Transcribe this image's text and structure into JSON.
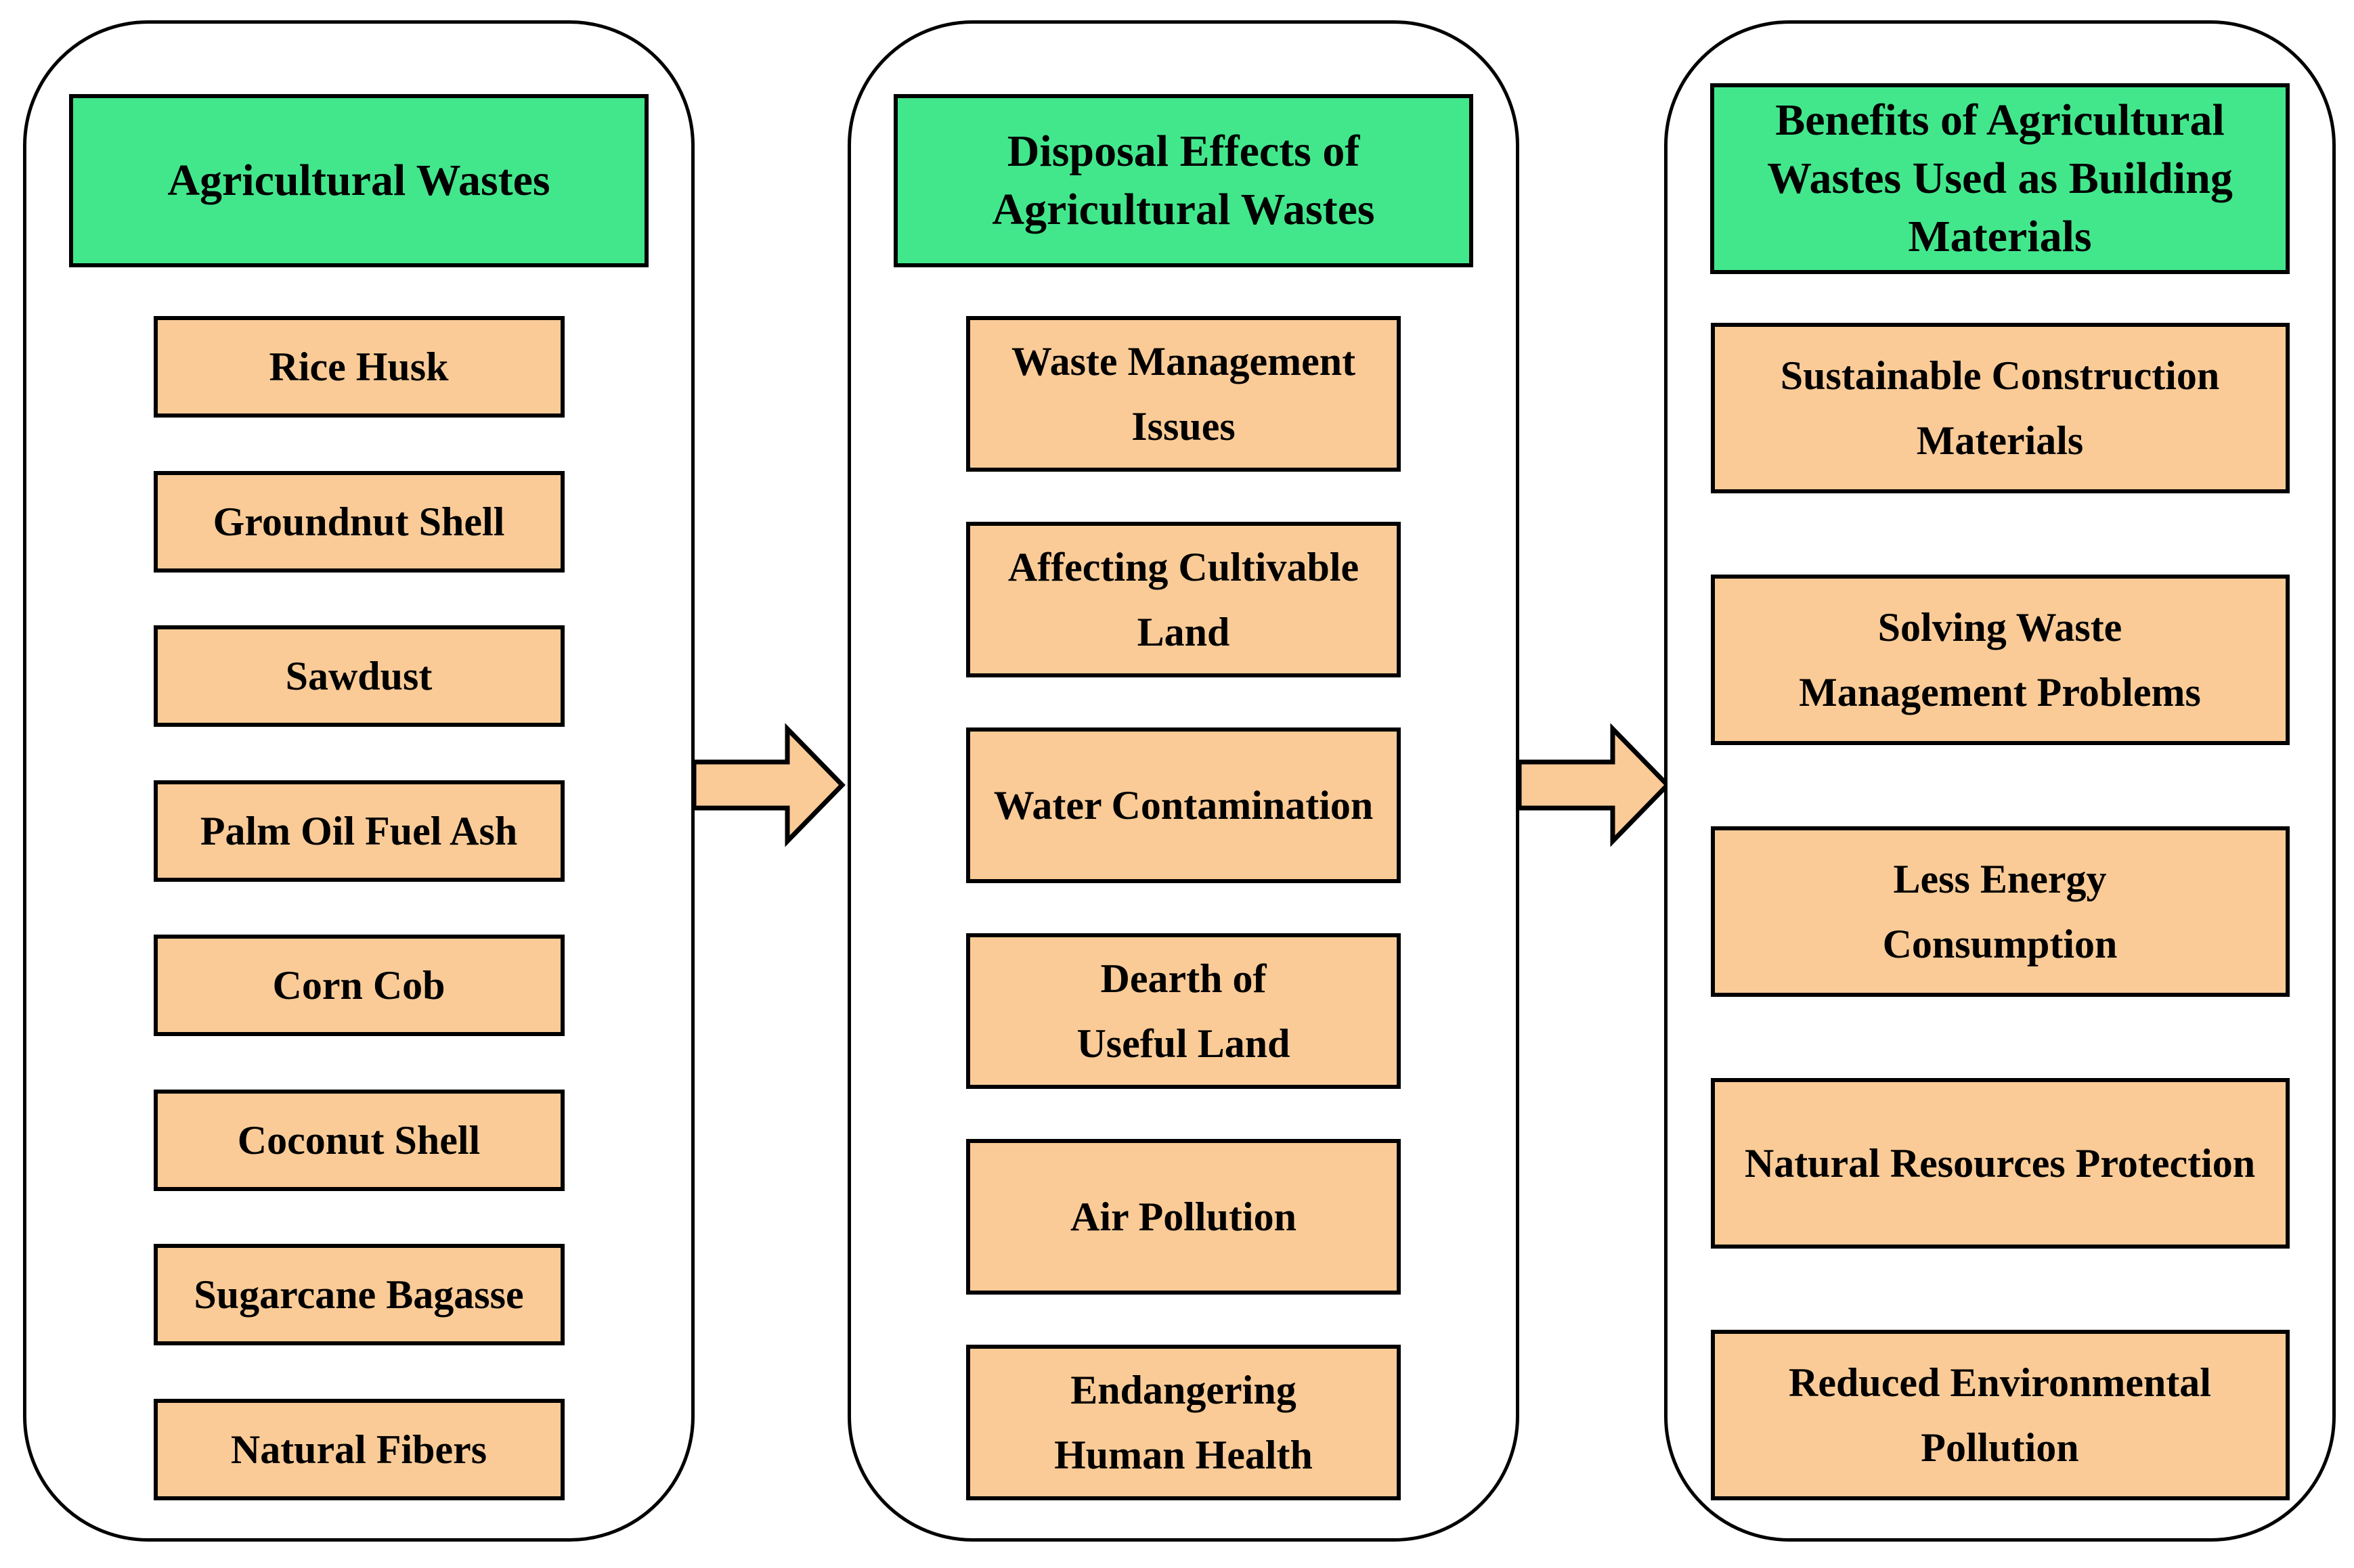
{
  "colors": {
    "header_bg": "#42E78C",
    "item_bg": "#FACB97",
    "border": "#000000",
    "canvas_bg": "#FFFFFF"
  },
  "columns": [
    {
      "header": "Agricultural Wastes",
      "items": [
        "Rice Husk",
        "Groundnut Shell",
        "Sawdust",
        "Palm Oil Fuel Ash",
        "Corn Cob",
        "Coconut Shell",
        "Sugarcane Bagasse",
        "Natural Fibers"
      ]
    },
    {
      "header": "Disposal Effects of\nAgricultural Wastes",
      "items": [
        "Waste Management\nIssues",
        "Affecting Cultivable\nLand",
        "Water Contamination",
        "Dearth of\nUseful Land",
        "Air Pollution",
        "Endangering\nHuman Health"
      ]
    },
    {
      "header": "Benefits of Agricultural\nWastes Used as Building\nMaterials",
      "items": [
        "Sustainable Construction\nMaterials",
        "Solving Waste\nManagement Problems",
        "Less Energy\nConsumption",
        "Natural Resources Protection",
        "Reduced Environmental\nPollution"
      ]
    }
  ],
  "arrows": [
    {
      "icon": "right-arrow"
    },
    {
      "icon": "right-arrow"
    }
  ]
}
